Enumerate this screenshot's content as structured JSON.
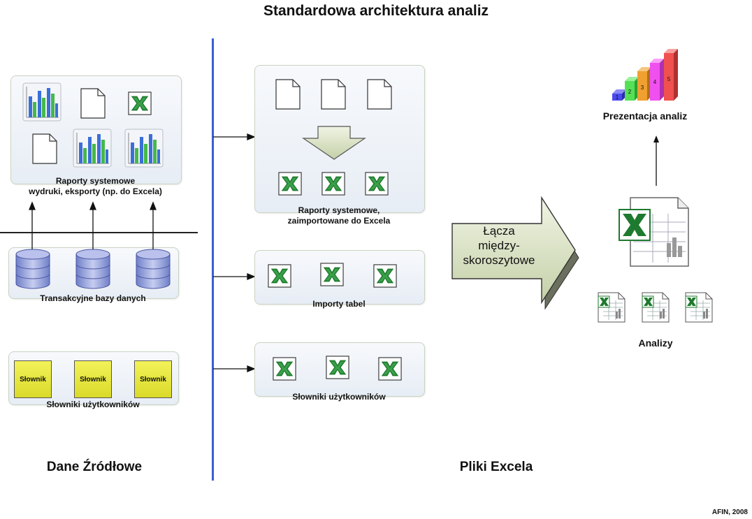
{
  "title": "Standardowa architektura analiz",
  "left": {
    "reports_label_1": "Raporty systemowe",
    "reports_label_2": "wydruki, eksporty (np. do Excela)",
    "databases_label": "Transakcyjne bazy danych",
    "dictionaries": [
      "Słownik",
      "Słownik",
      "Słownik"
    ],
    "dictionaries_label": "Słowniki użytkowników",
    "section_label": "Dane Źródłowe"
  },
  "middle": {
    "imported_label_1": "Raporty systemowe,",
    "imported_label_2": "zaimportowane do Excela",
    "imports_label": "Importy tabel",
    "dictionaries_label": "Słowniki użytkowników",
    "section_label": "Pliki Excela"
  },
  "connector": {
    "line1": "Łącza",
    "line2": "między-",
    "line3": "skoroszytowe"
  },
  "right": {
    "presentation_label": "Prezentacja analiz",
    "bar_numbers": [
      "1",
      "2",
      "3",
      "4",
      "5"
    ],
    "bar_colors": [
      "#4a4af0",
      "#55e055",
      "#f0a030",
      "#f050f0",
      "#f05050"
    ],
    "analyses_label": "Analizy"
  },
  "credit": "AFIN, 2008",
  "colors": {
    "divider": "#3a5fd0",
    "excel_green": "#1e7a2e",
    "db_blue": "#8f9ddb"
  }
}
